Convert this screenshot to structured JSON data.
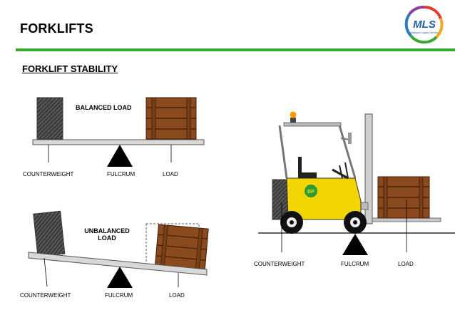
{
  "header": {
    "title": "FORKLIFTS",
    "subtitle": "FORKLIFT STABILITY"
  },
  "logo": {
    "text": "MLS",
    "tagline": "Malaysian Logistic Services"
  },
  "balanced": {
    "caption": "BALANCED LOAD",
    "counterweight": "COUNTERWEIGHT",
    "fulcrum": "FULCRUM",
    "load": "LOAD"
  },
  "unbalanced": {
    "caption_line1": "UNBALANCED",
    "caption_line2": "LOAD",
    "counterweight": "COUNTERWEIGHT",
    "fulcrum": "FULCRUM",
    "load": "LOAD"
  },
  "forklift": {
    "badge": "BP",
    "counterweight": "COUNTERWEIGHT",
    "fulcrum": "FULCRUM",
    "load": "LOAD"
  },
  "colors": {
    "accent_rule": "#3aa835",
    "crate": "#8b4a1e",
    "truck_body": "#f2d400",
    "beacon": "#ff9900"
  }
}
